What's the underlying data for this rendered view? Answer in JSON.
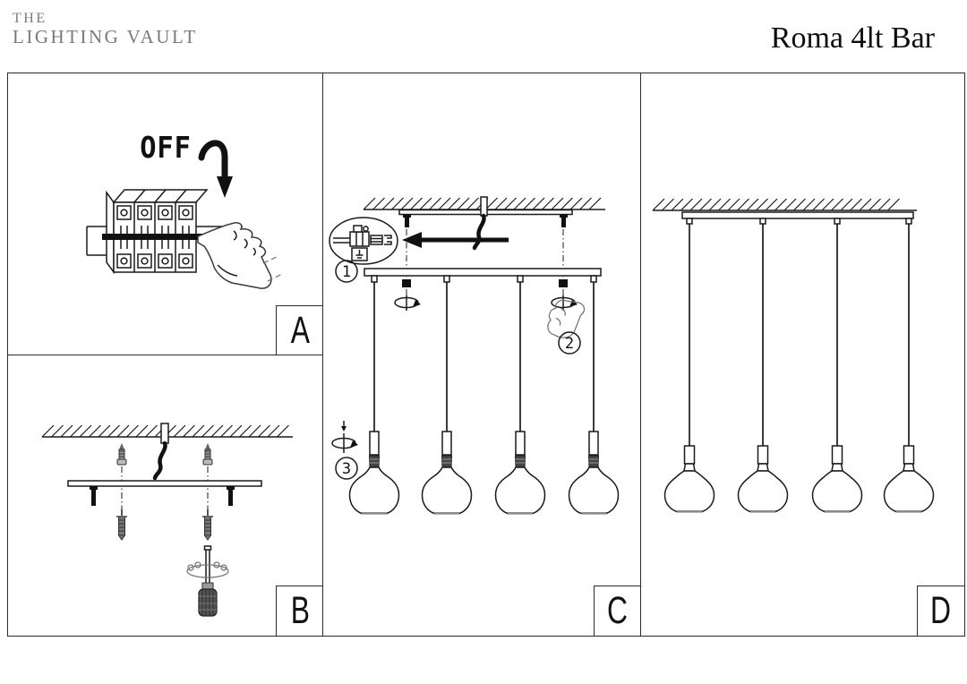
{
  "brand": {
    "name_line1": "THE",
    "name_line2": "LIGHTING VAULT"
  },
  "title": "Roma 4lt Bar",
  "panels": {
    "a": {
      "label": "A",
      "power_off_label": "OFF",
      "icons": [
        "circuit-breaker-icon",
        "pressing-hand-icon",
        "curved-down-arrow-icon"
      ]
    },
    "b": {
      "label": "B",
      "icons": [
        "ceiling-hatch-icon",
        "mains-cable-icon",
        "mounting-screw-icon",
        "mounting-bracket-icon",
        "wall-plug-icon",
        "screwdriver-icon",
        "turning-hand-icon"
      ]
    },
    "c": {
      "label": "C",
      "step_1": "1",
      "step_2": "2",
      "step_3": "3",
      "icons": [
        "ceiling-hatch-icon",
        "mounting-bracket-icon",
        "mains-cable-icon",
        "terminal-block-callout-icon",
        "connect-arrow-icon",
        "fixture-bar-icon",
        "thumb-nut-icon",
        "rotate-icon",
        "gripping-hand-icon",
        "pendant-cord-icon",
        "lamp-holder-icon",
        "bulb-icon"
      ]
    },
    "d": {
      "label": "D",
      "icons": [
        "ceiling-hatch-icon",
        "fixture-bar-icon",
        "pendant-cord-icon",
        "lamp-holder-icon",
        "bulb-icon"
      ]
    }
  },
  "colors": {
    "line": "#1a1a1a",
    "logo_gray": "#7a7a7a",
    "panel_border": "#2b2b2b",
    "metal_dark": "#4a4a4a"
  }
}
